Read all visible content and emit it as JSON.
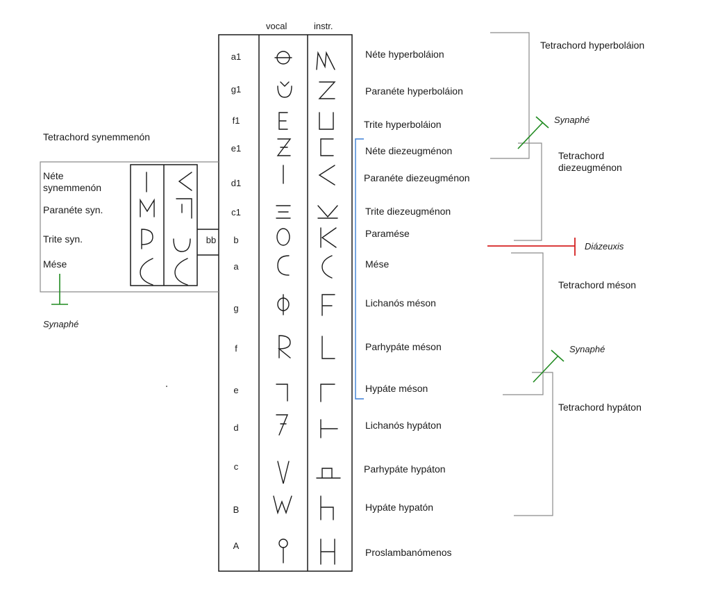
{
  "columns": {
    "vocal": "vocal",
    "instr": "instr."
  },
  "flat_label": "bb",
  "rows": [
    {
      "pitch": "a1",
      "name": "Néte hyperboláion"
    },
    {
      "pitch": "g1",
      "name": "Paranéte hyperboláion"
    },
    {
      "pitch": "f1",
      "name": "Trite hyperboláion"
    },
    {
      "pitch": "e1",
      "name": "Néte diezeugménon"
    },
    {
      "pitch": "d1",
      "name": "Paranéte diezeugménon"
    },
    {
      "pitch": "c1",
      "name": "Trite diezeugménon"
    },
    {
      "pitch": "b",
      "name": "Paramése"
    },
    {
      "pitch": "a",
      "name": "Mése"
    },
    {
      "pitch": "g",
      "name": "Lichanós méson"
    },
    {
      "pitch": "f",
      "name": "Parhypáte méson"
    },
    {
      "pitch": "e",
      "name": "Hypáte méson"
    },
    {
      "pitch": "d",
      "name": "Lichanós hypáton"
    },
    {
      "pitch": "c",
      "name": "Parhypáte hypáton"
    },
    {
      "pitch": "B",
      "name": "Hypáte hypatón"
    },
    {
      "pitch": "A",
      "name": "Proslambanómenos"
    }
  ],
  "tetrachords": {
    "hyperbolaion": "Tetrachord hyperboláion",
    "diezeugmenon_line1": "Tetrachord",
    "diezeugmenon_line2": "diezeugménon",
    "meson": "Tetrachord méson",
    "hypaton": "Tetrachord hypáton",
    "synemmenon": "Tetrachord synemmenón"
  },
  "junctions": {
    "synaphe_upper": "Synaphé",
    "diazeuxis": "Diázeuxis",
    "synaphe_lower": "Synaphé",
    "synaphe_left": "Synaphé"
  },
  "synemmenon_names": {
    "nete_line1": "Néte",
    "nete_line2": "synemmenón",
    "paranete": "Paranéte syn.",
    "trite": "Trite syn.",
    "mese": "Mése"
  },
  "colors": {
    "lines": "#1a1a1a",
    "brackets": "#8a8a8a",
    "blue_bracket": "#3b7fd6",
    "synaphe_green": "#1f8a1f",
    "diazeuxis_red": "#d42020"
  }
}
